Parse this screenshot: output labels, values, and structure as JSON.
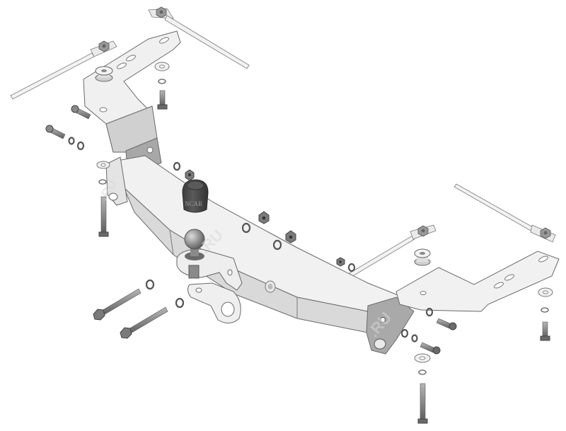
{
  "diagram": {
    "type": "exploded-view technical drawing",
    "subject": "Tow hitch (towbar) assembly with mounting hardware",
    "background": "#ffffff",
    "colors": {
      "sheet_metal": "#ececec",
      "sheet_metal_shade": "#c8c8c8",
      "sheet_metal_dark": "#9a9a9a",
      "outline": "#6a6a6a",
      "hardware": "#8a8a8a",
      "hardware_dark": "#5e5e5e",
      "cap": "#4a4a4a"
    },
    "watermark": ".RU",
    "cap_marking": "NCAR",
    "parts": [
      {
        "id": "crossbeam",
        "label": "Main crossbeam"
      },
      {
        "id": "left-bracket",
        "label": "Left mounting bracket"
      },
      {
        "id": "right-bracket",
        "label": "Right mounting bracket"
      },
      {
        "id": "tow-ball",
        "label": "Tow ball"
      },
      {
        "id": "tow-ball-cap",
        "label": "Tow ball cap"
      },
      {
        "id": "socket-plate",
        "label": "Electrical socket plate"
      },
      {
        "id": "tie-strap",
        "label": "Tie strap with nut",
        "count": 4
      },
      {
        "id": "long-bolt",
        "label": "Long bolt",
        "count": 4
      },
      {
        "id": "short-bolt",
        "label": "Short bolt",
        "count": 6
      },
      {
        "id": "flat-washer",
        "label": "Flat washer"
      },
      {
        "id": "spring-washer",
        "label": "Spring washer"
      },
      {
        "id": "lock-nut",
        "label": "Lock nut"
      },
      {
        "id": "spacer-bushing",
        "label": "Spacer bushing",
        "count": 2
      }
    ]
  }
}
